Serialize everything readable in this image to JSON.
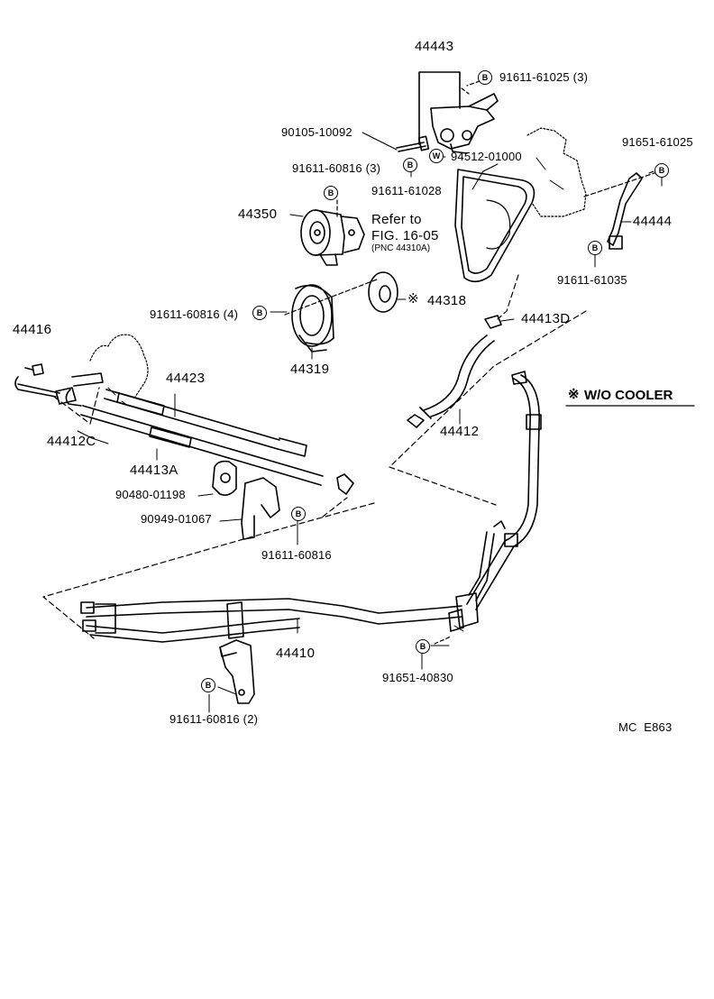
{
  "parts": {
    "p44443": "44443",
    "p91611_61025": "91611-61025 (3)",
    "p90105": "90105-10092",
    "p94512": "94512-01000",
    "p91651_61025": "91651-61025",
    "p91611_60816_3": "91611-60816 (3)",
    "p91611_61028": "91611-61028",
    "p44350": "44350",
    "refer_line1": "Refer to",
    "refer_line2": "FIG. 16-05",
    "refer_line3": "(PNC 44310A)",
    "p44444": "44444",
    "p91611_61035": "91611-61035",
    "p44318": "44318",
    "p91611_60816_4": "91611-60816 (4)",
    "p44413D": "44413D",
    "p44416": "44416",
    "p44319": "44319",
    "p44423": "44423",
    "p44412C": "44412C",
    "p44412": "44412",
    "p44413A": "44413A",
    "p90480": "90480-01198",
    "p90949": "90949-01067",
    "p91611_60816": "91611-60816",
    "p44410": "44410",
    "p91651_40830": "91651-40830",
    "p91611_60816_2": "91611-60816 (2)"
  },
  "note": {
    "symbol": "※",
    "text": "W/O COOLER",
    "mark_44318": "※"
  },
  "badges": {
    "bolt": "B",
    "washer": "W"
  },
  "figure_code": "MC  E863",
  "colors": {
    "ink": "#000000",
    "paper": "#ffffff"
  }
}
